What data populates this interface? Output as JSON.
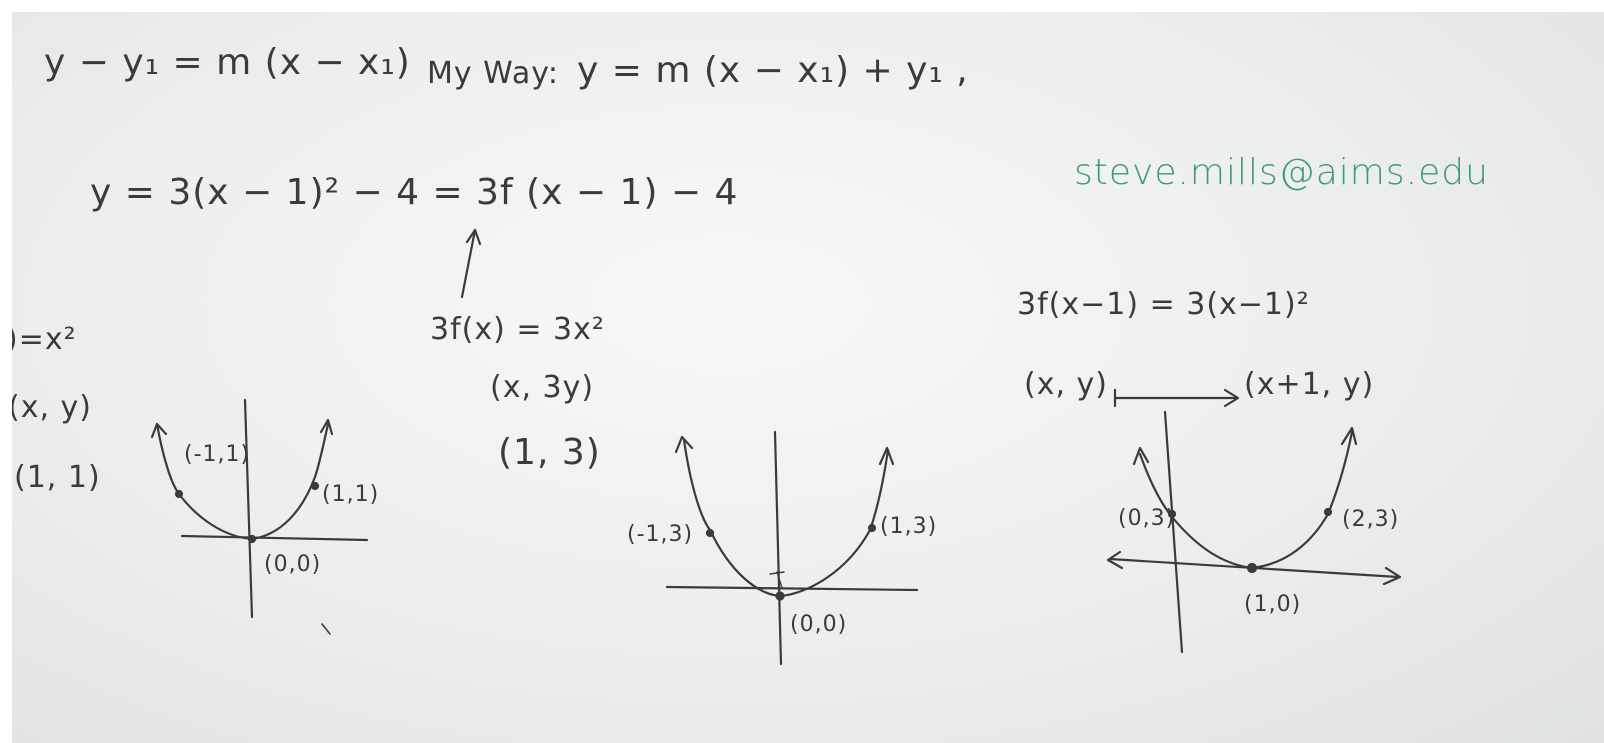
{
  "board": {
    "equations": {
      "point_slope": "y − y₁ = m (x − x₁)",
      "my_way_label": "My Way:",
      "my_way": "y = m (x − x₁) + y₁ ,",
      "email": "steve.mills@aims.edu",
      "main": "y = 3(x − 1)² − 4  =  3f (x − 1) − 4"
    },
    "graph1": {
      "func": ")=x²",
      "map": "(x, y)",
      "point": "(1, 1)",
      "labels": [
        "(-1,1)",
        "(1,1)",
        "(0,0)"
      ]
    },
    "graph2": {
      "func": "3f(x) = 3x²",
      "map": "(x, 3y)",
      "point": "(1, 3)",
      "labels": [
        "(-1,3)",
        "(1,3)",
        "(0,0)"
      ]
    },
    "graph3": {
      "func": "3f(x−1) = 3(x−1)²",
      "map_from": "(x, y)",
      "map_to": "(x+1, y)",
      "labels": [
        "(0,3)",
        "(2,3)",
        "(1,0)"
      ]
    },
    "colors": {
      "ink_dark": "#3b3b3e",
      "ink_green": "#3f9a72",
      "board": "#eceeed"
    }
  }
}
